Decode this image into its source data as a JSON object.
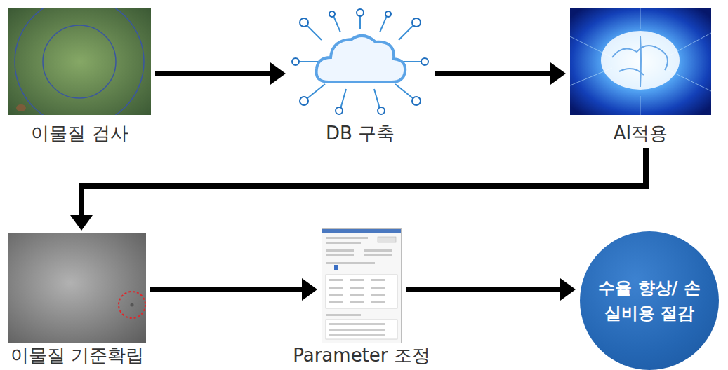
{
  "diagram": {
    "nodes": [
      {
        "text": [
          "이물질 검사"
        ]
      },
      {
        "text": [
          "DB 구축"
        ]
      },
      {
        "text": [
          "AI적용"
        ]
      },
      {
        "text": [
          "이물질 기준확립"
        ]
      },
      {
        "text": [
          "Parameter 조정"
        ]
      },
      {
        "text": [
          "수율 향상/ 손실비용 절감"
        ]
      }
    ],
    "edges": [
      {
        "from": 0,
        "to": 1,
        "arrow": "to"
      },
      {
        "from": 1,
        "to": 2,
        "arrow": "to"
      },
      {
        "from": 2,
        "to": 3,
        "arrow": "to"
      },
      {
        "from": 3,
        "to": 4,
        "arrow": "to"
      },
      {
        "from": 4,
        "to": 5,
        "arrow": "to"
      }
    ]
  }
}
